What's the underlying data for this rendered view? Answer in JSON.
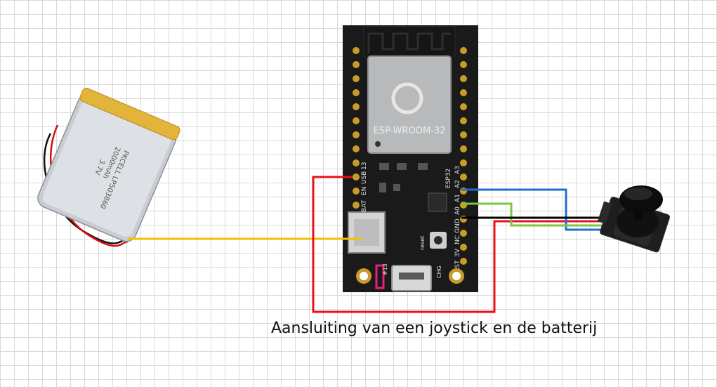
{
  "caption": "Aansluiting van een joystick en de batterij",
  "battery": {
    "brand": "PKCELL LP503860",
    "capacity": "2000mAh",
    "voltage": "3.7V"
  },
  "board": {
    "module_label": "ESP-WROOM-32",
    "left_header_labels": [
      "BAT",
      "EN",
      "USB",
      "13"
    ],
    "right_header_labels": [
      "A3",
      "A2",
      "A1",
      "A0",
      "GND",
      "NC",
      "3V",
      "RST"
    ],
    "chip_label": "ESP32",
    "reset_label": "reset",
    "chg_label": "CHG",
    "pin13_label": "#13"
  },
  "colors": {
    "power_wire": "#e8101a",
    "battery_wire": "#f5c000",
    "signal_a1_wire": "#1f6fd0",
    "signal_a0_wire": "#7cc444",
    "ground_wire": "#000000"
  }
}
